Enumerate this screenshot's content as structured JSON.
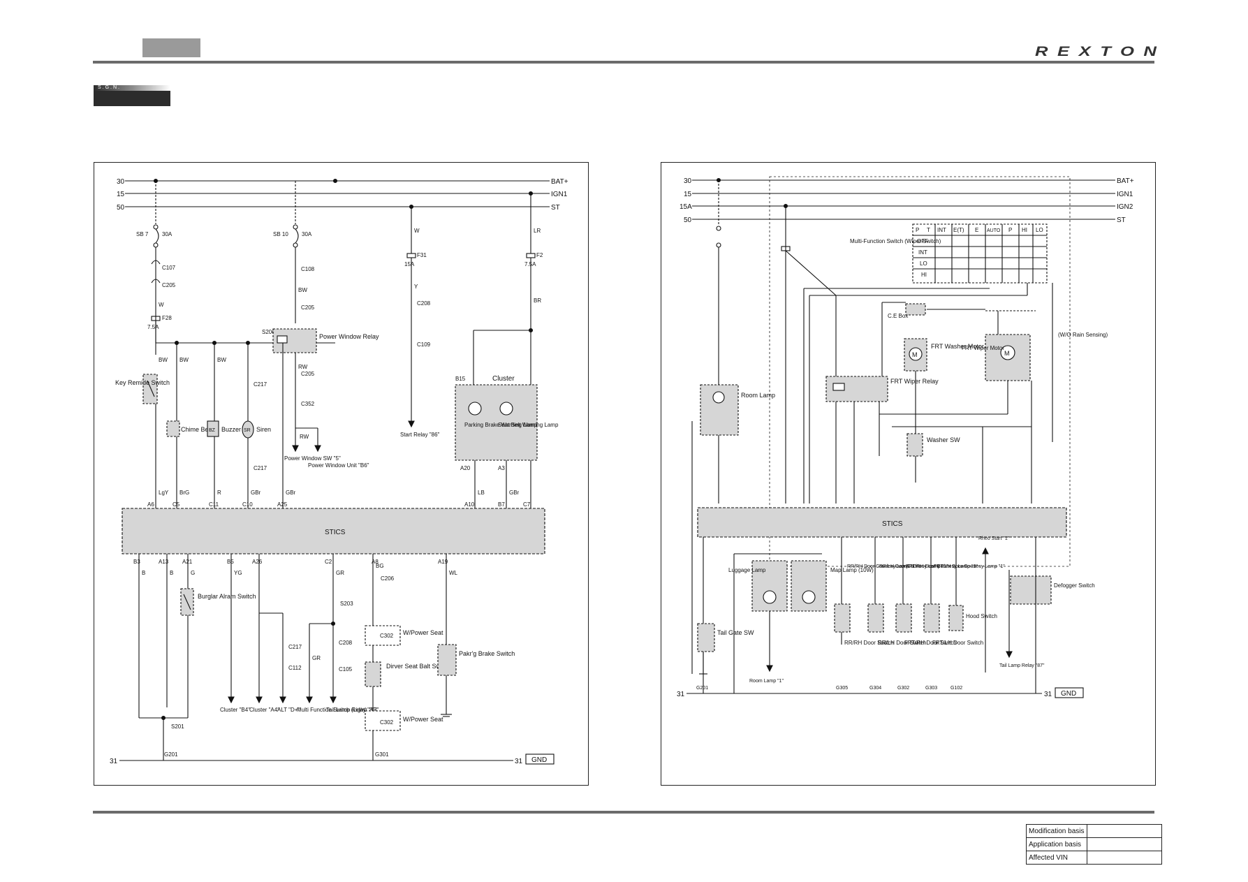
{
  "header": {
    "brand": "REXTON",
    "badge": "S.G.N."
  },
  "left": {
    "rails": [
      {
        "id": "30",
        "right": "BAT+"
      },
      {
        "id": "15",
        "right": "IGN1"
      },
      {
        "id": "50",
        "right": "ST"
      }
    ],
    "fuses": {
      "sb7": "SB 7",
      "sb7_amp": "30A",
      "sb10": "SB 10",
      "sb10_amp": "30A",
      "f28": "F28",
      "f28_amp": "7.5A",
      "f31": "F31",
      "f31_amp": "15A",
      "f2": "F2",
      "f2_amp": "7.5A"
    },
    "connectors": {
      "c107": "C107",
      "c205a": "C205",
      "c108": "C108",
      "c205b": "C205",
      "c208": "C208",
      "c109": "C109",
      "s206": "S206",
      "c217a": "C217",
      "c217b": "C217",
      "c205c": "C205",
      "c352": "C352",
      "c206": "C206",
      "s203": "S203",
      "c208b": "C208",
      "c105": "C105",
      "c302a": "C302",
      "c302b": "C302",
      "c217c": "C217",
      "c112": "C112",
      "s201": "S201",
      "c2": "C2"
    },
    "wires": {
      "w": "W",
      "bw": "BW",
      "y": "Y",
      "lr": "LR",
      "br": "BR",
      "rw": "RW",
      "gbr": "GBr",
      "lgy": "LgY",
      "brg": "BrG",
      "r": "R",
      "lb": "LB",
      "b": "B",
      "g": "G",
      "yg": "YG",
      "gr": "GR",
      "bg": "BG",
      "wl": "WL"
    },
    "components": {
      "key_remide": "Key Remide Switch",
      "chime_bell": "Chime Bell",
      "buzzer": "Buzzer",
      "siren": "Siren",
      "power_window_relay": "Power Window Relay",
      "power_window_sw": "Power Window SW \"5\"",
      "power_window_unit": "Power Window Unit \"B6\"",
      "start_relay": "Start Relay \"86\"",
      "cluster": "Cluster",
      "parking_brake": "Parking Brake Warning Lamp",
      "seat_belt": "Seat Belt Warning Lamp",
      "stics": "STICS",
      "burglar": "Burglar Alram Switch",
      "cluster_b4": "Cluster \"B4\"",
      "cluster_a4": "Cluster \"A4\"",
      "alt": "ALT \"D+\"",
      "multi_fn": "Multi Function Switch (Light) \"13\"",
      "tail_relay": "Tail Lamp Relay \"85\"",
      "wpower_seat1": "W/Power Seat",
      "driver_seat": "Dirver Seat Balt Switch",
      "wpower_seat2": "W/Power Seat",
      "parking_switch": "Pakr'g Brake Switch"
    },
    "pins_top": [
      "A6",
      "C5",
      "C11",
      "C10",
      "A25",
      "A20",
      "A3",
      "A10",
      "B7",
      "C7",
      "B15"
    ],
    "pins_bottom": [
      "B3",
      "A13",
      "A21",
      "B5",
      "A26",
      "C2",
      "A8",
      "A19"
    ],
    "ground": {
      "g201": "G201",
      "g301": "G301",
      "rail": "31",
      "gnd": "GND"
    }
  },
  "right": {
    "rails": [
      {
        "id": "30",
        "right": "BAT+"
      },
      {
        "id": "15",
        "right": "IGN1"
      },
      {
        "id": "15A",
        "right": "IGN2"
      },
      {
        "id": "50",
        "right": "ST"
      }
    ],
    "mfs_title": "Multi-Function Switch (Wiper Switch)",
    "mfs_cols": [
      "T",
      "INT",
      "E(T)",
      "E",
      "AUTO",
      "P",
      "HI",
      "LO"
    ],
    "mfs_rows": [
      "P",
      "OFF",
      "INT",
      "LO",
      "HI"
    ],
    "components": {
      "room_lamp": "Room Lamp",
      "frt_wiper_relay": "FRT Wiper Relay",
      "ce_box": "C.E Box",
      "frt_washer_motor": "FRT Washer Motor",
      "frt_wiper_motor": "FRT Wiper Motor",
      "washer_sw": "Washer SW",
      "wo_rain": "(W/O Rain Sensing)",
      "stics": "STICS",
      "luggage": "Luggage Lamp",
      "map_lamp": "Map Lamp (10W)",
      "tail_gate": "Tail Gate SW",
      "rr_rh": "RR/RH Door Courtesy Lamp \"1\"",
      "rr_lh": "RR/LH Door Courtesy Lamp \"1\"",
      "frt_rh": "FRT/RH Door Courtesy Lamp \"1\"",
      "frt_lh": "FRT/LH Door Courtesy Lamp \"1\"",
      "rr_rh_sw": "RR/RH Door Switch",
      "rr_lh_sw": "RR/LH Door Switch",
      "frt_rh_sw": "FRT/RH Door Switch",
      "frt_lh_sw": "FRT/LH Door Switch",
      "hood": "Hood Switch",
      "rheo": "Rheo Start \"1\"",
      "defogger": "Defogger Switch",
      "tail_lamp_relay": "Tail Lamp Relay \"87\"",
      "room_lamp_1": "Room Lamp \"1\""
    },
    "ground": {
      "rail": "31",
      "gnd": "GND",
      "g201": "G201",
      "g305": "G305",
      "g304": "G304",
      "g302": "G302",
      "g303": "G303",
      "g102": "G102"
    }
  },
  "footer": {
    "rows": [
      {
        "label": "Modification basis",
        "value": ""
      },
      {
        "label": "Application basis",
        "value": ""
      },
      {
        "label": "Affected VIN",
        "value": ""
      }
    ]
  }
}
